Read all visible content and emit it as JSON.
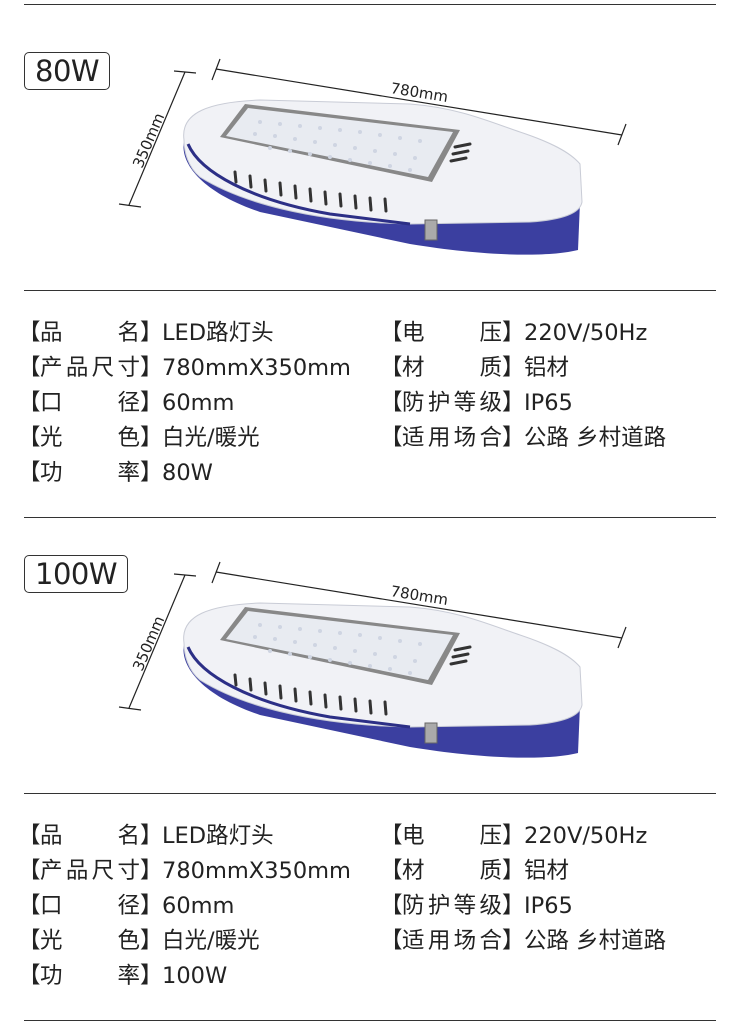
{
  "products": [
    {
      "power_badge": "80W",
      "length_label": "780mm",
      "width_label": "350mm",
      "specs_left": [
        {
          "label": "品名",
          "value": "LED路灯头"
        },
        {
          "label": "产品尺寸",
          "value": "780mmX350mm"
        },
        {
          "label": "口径",
          "value": "60mm"
        },
        {
          "label": "光色",
          "value": "白光/暖光"
        },
        {
          "label": "功率",
          "value": "80W"
        }
      ],
      "specs_right": [
        {
          "label": "电压",
          "value": "220V/50Hz"
        },
        {
          "label": "材质",
          "value": "铝材"
        },
        {
          "label": "防护等级",
          "value": "IP65"
        },
        {
          "label": "适用场合",
          "value": "公路 乡村道路"
        }
      ]
    },
    {
      "power_badge": "100W",
      "length_label": "780mm",
      "width_label": "350mm",
      "specs_left": [
        {
          "label": "品名",
          "value": "LED路灯头"
        },
        {
          "label": "产品尺寸",
          "value": "780mmX350mm"
        },
        {
          "label": "口径",
          "value": "60mm"
        },
        {
          "label": "光色",
          "value": "白光/暖光"
        },
        {
          "label": "功率",
          "value": "100W"
        }
      ],
      "specs_right": [
        {
          "label": "电压",
          "value": "220V/50Hz"
        },
        {
          "label": "材质",
          "value": "铝材"
        },
        {
          "label": "防护等级",
          "value": "IP65"
        },
        {
          "label": "适用场合",
          "value": "公路 乡村道路"
        }
      ]
    }
  ],
  "bracket_open": "【",
  "bracket_close": "】"
}
